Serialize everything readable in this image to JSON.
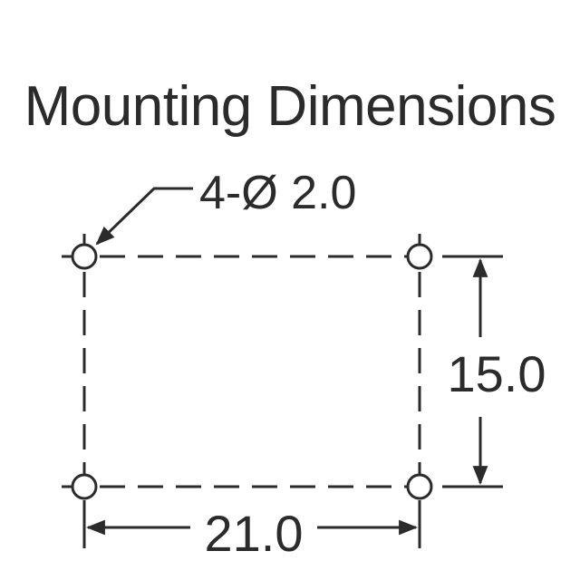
{
  "title": "Mounting Dimensions",
  "hole_callout": "4-Ø 2.0",
  "height_dimension": "15.0",
  "width_dimension": "21.0",
  "colors": {
    "line": "#2b2b2b",
    "background": "#ffffff"
  }
}
